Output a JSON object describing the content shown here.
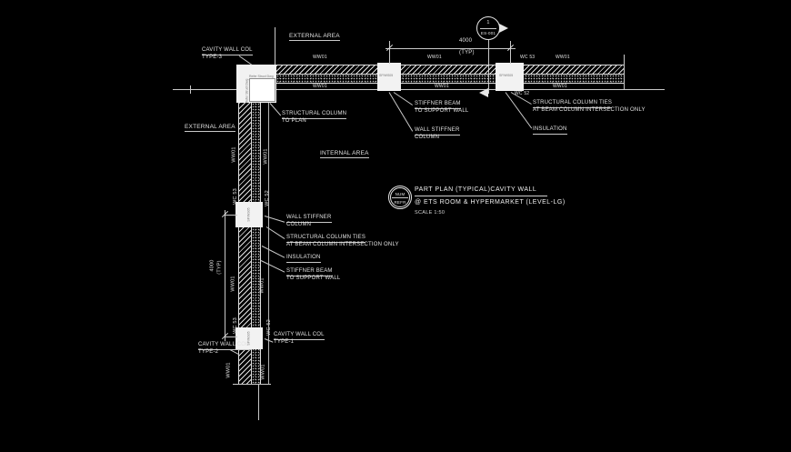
{
  "colors": {
    "bg": "#000000",
    "line": "#c9c9c9",
    "text": "#e2e2e2",
    "block": "#f2f2f2"
  },
  "areas": {
    "external_top": "EXTERNAL AREA",
    "external_left": "EXTERNAL AREA",
    "internal": "INTERNAL AREA"
  },
  "marks": {
    "ww01": "WW01",
    "wc53": "WC 53",
    "wc52": "WC 52"
  },
  "dim": {
    "value": "4000",
    "typ": "(TYP)"
  },
  "section_marker": {
    "num": "1",
    "ref": "ES-001"
  },
  "callouts": {
    "type3": {
      "l1": "CAVITY WALL COL",
      "l2": "TYPE-3"
    },
    "type1": {
      "l1": "CAVITY WALL COL",
      "l2": "TYPE-1"
    },
    "type2": {
      "l1": "CAVITY WALL COL",
      "l2": "TYPE-2"
    },
    "struct_col": {
      "l1": "STRUCTURAL COLUMN",
      "l2": "TO PLAN"
    },
    "stiff_beam": {
      "l1": "STIFFNER BEAM",
      "l2": "TO SUPPORT WALL"
    },
    "wall_stiff": {
      "l1": "WALL STIFFNER",
      "l2": "COLUMN"
    },
    "col_ties": {
      "l1": "STRUCTURAL COLUMN TIES",
      "l2": "AT BEAM COLUMN INTERSECTION ONLY"
    },
    "insulation": "INSULATION"
  },
  "title_block": {
    "bubble_top": "NUM",
    "bubble_bottom": "REFR",
    "title": "PART PLAN (TYPICAL)CAVITY WALL",
    "subtitle": "@ ETS ROOM & HYPERMARKET (LEVEL-LG)",
    "scale": "SCALE 1:50"
  },
  "tiny_marks": {
    "corner_note_h": "Refer Struct Dwg",
    "corner_note_v": "Refer Struct Dwg",
    "col_mark": "SP/WS05"
  }
}
